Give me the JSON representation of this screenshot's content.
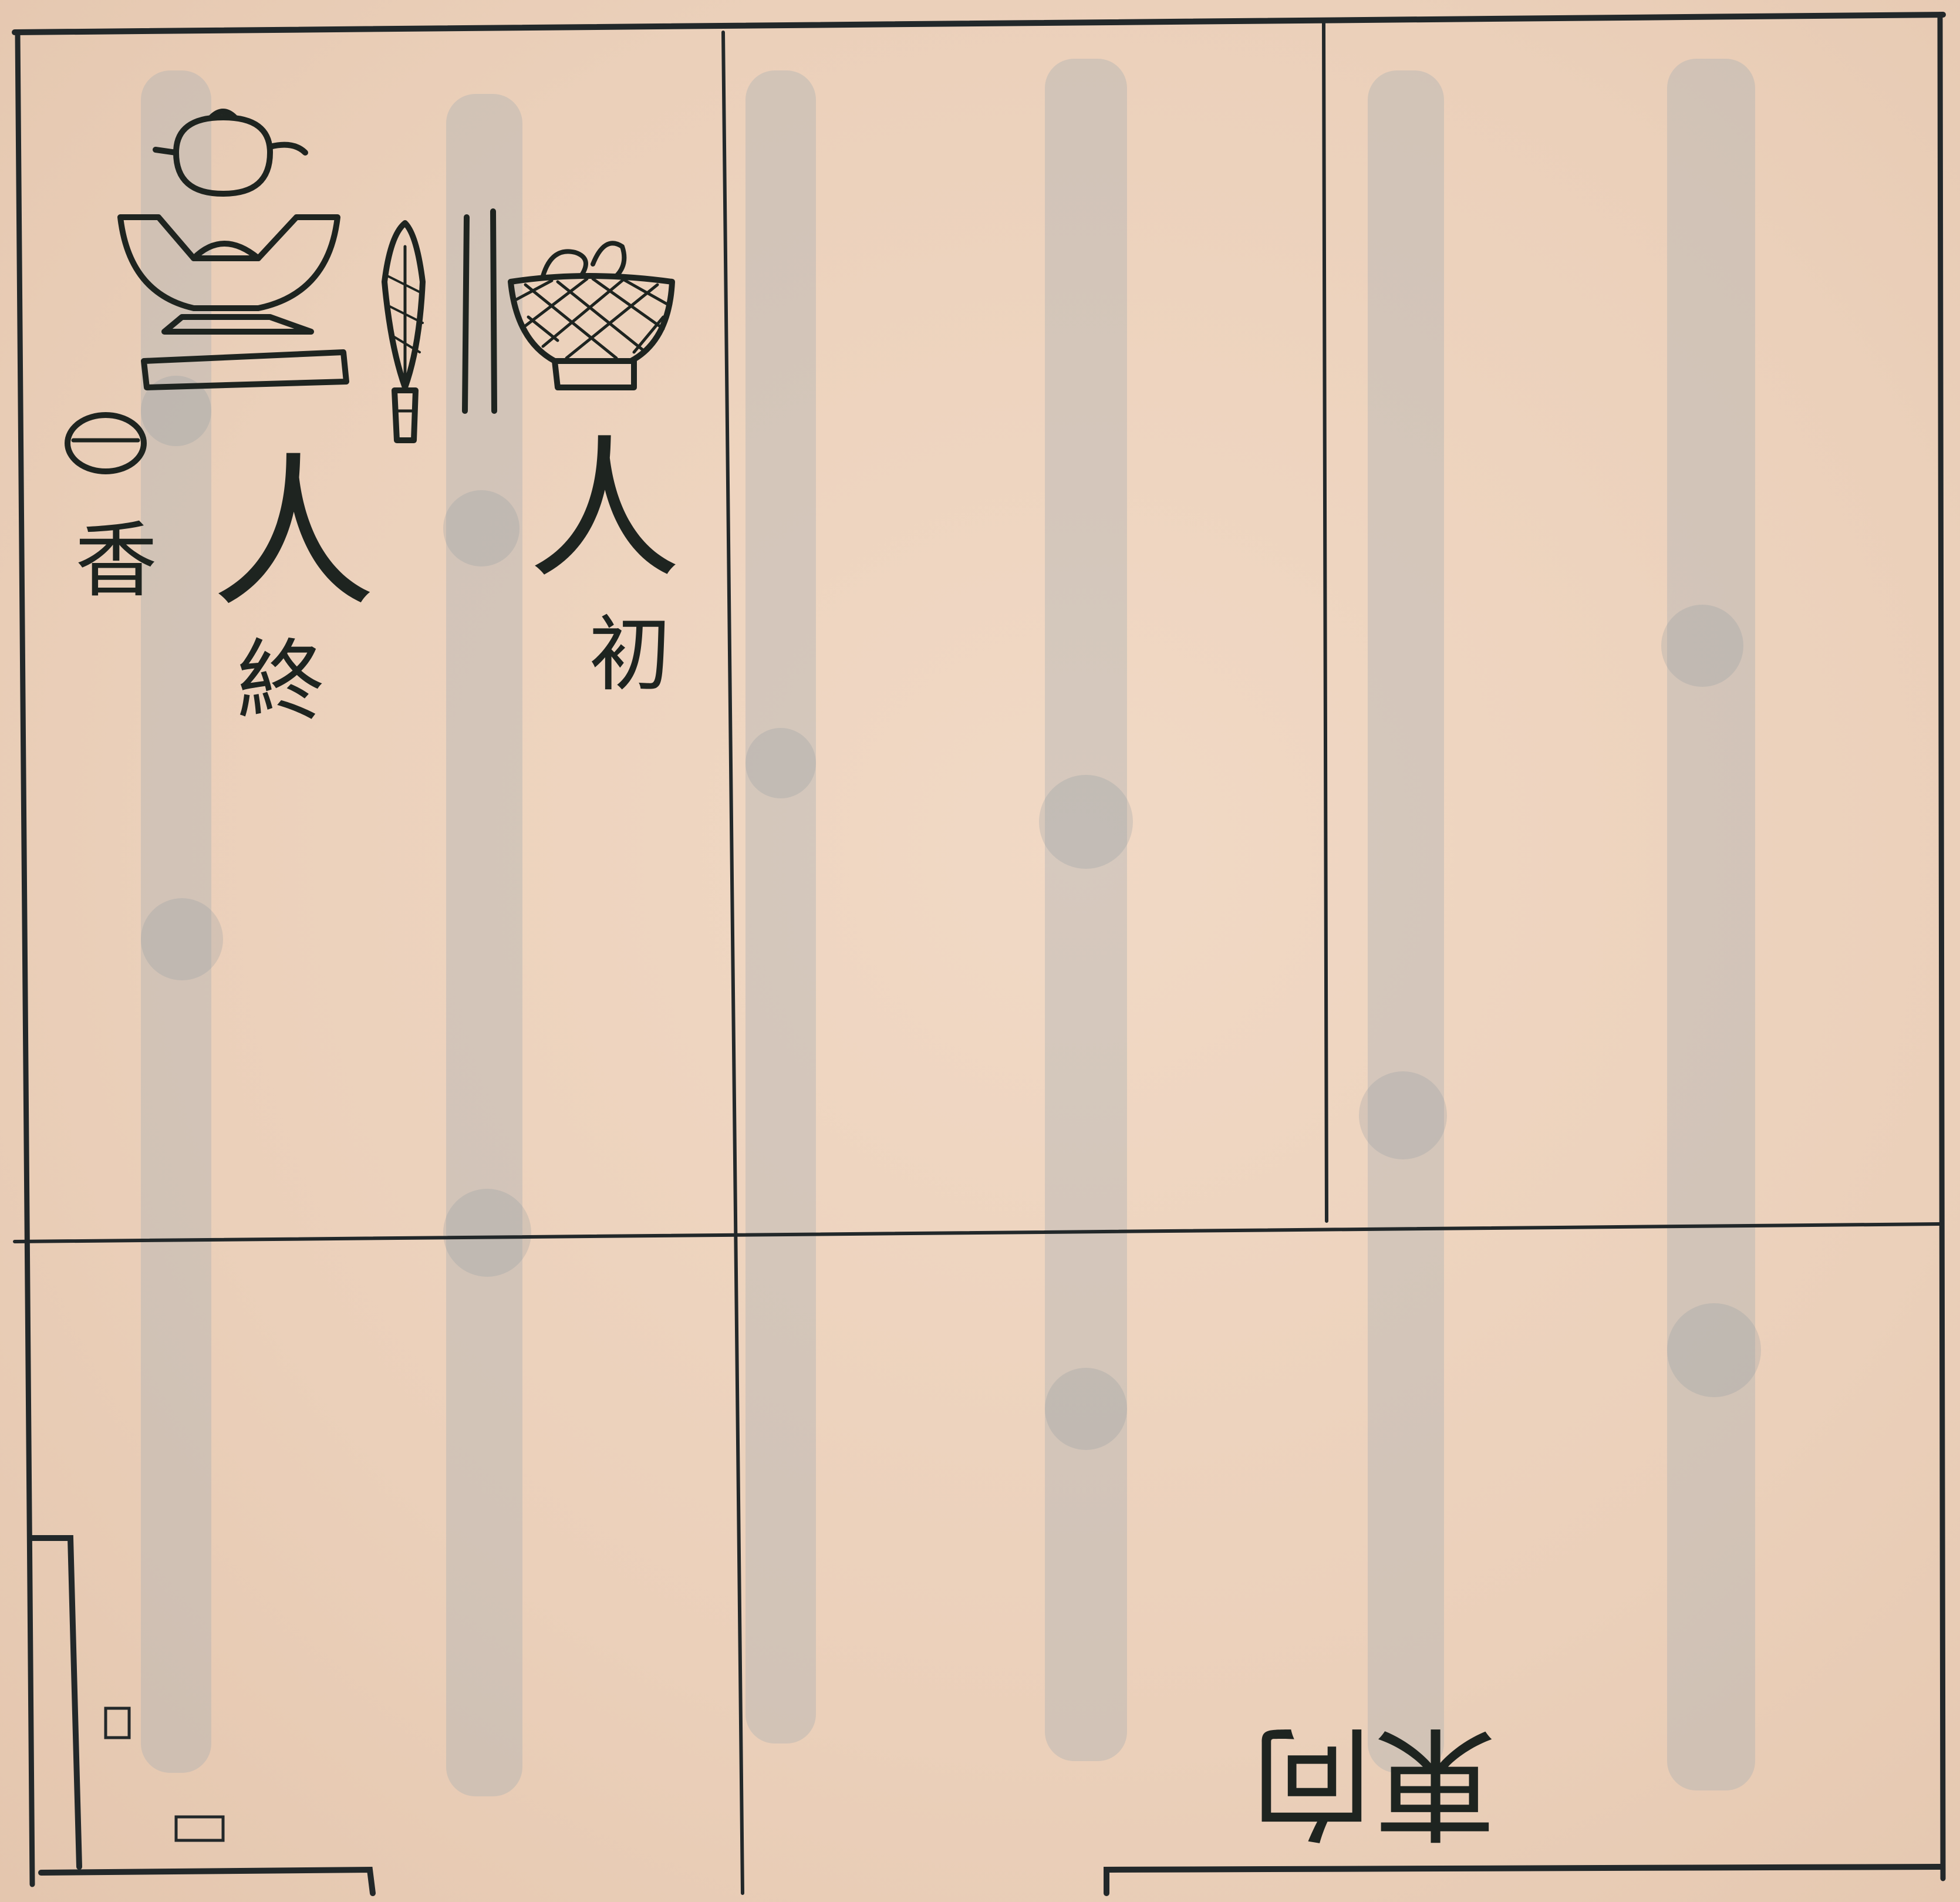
{
  "document": {
    "type": "hand-drawn ritual table layout diagram on paper",
    "colors": {
      "paper": "#ecd2bd",
      "ink": "#1e2420",
      "bleed_through": "#9aa3aa"
    }
  },
  "annotations": {
    "person_right": "人",
    "person_right_note": "初",
    "person_left": "人",
    "person_left_note": "終",
    "incense": "香",
    "bottom_right_title": "東向"
  },
  "icons": [
    "teapot-on-stand-icon",
    "fan-icon",
    "chopsticks-icon",
    "basket-bowl-icon",
    "incense-cup-icon"
  ]
}
